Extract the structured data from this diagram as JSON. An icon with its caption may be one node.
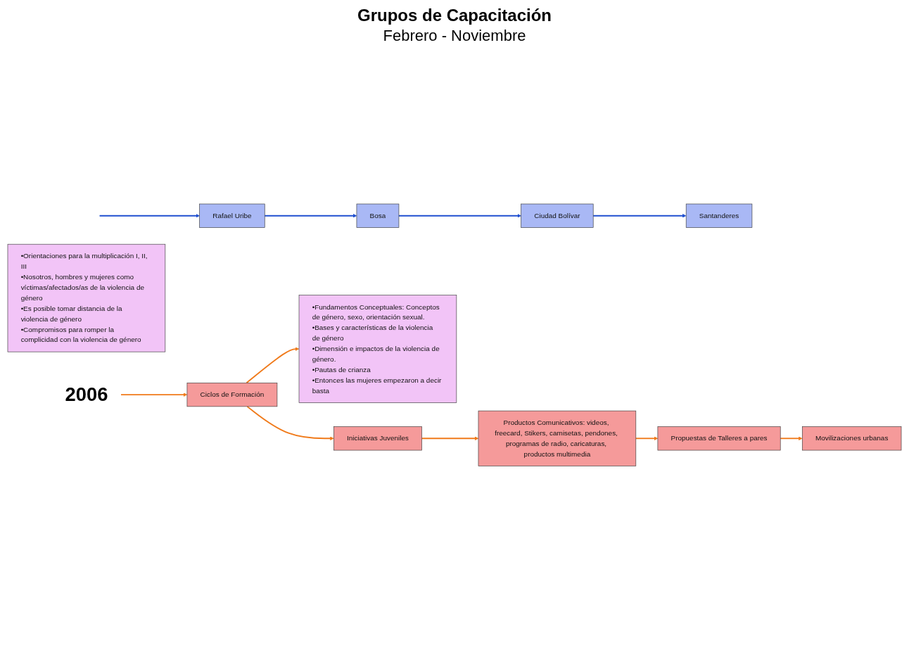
{
  "diagram": {
    "title": "Grupos de Capacitación",
    "nodes": [
      {
        "text": [
          "Rafael Uribe"
        ]
      },
      {
        "text": [
          "Bosa"
        ]
      },
      {
        "text": [
          "Ciudad Bolívar"
        ]
      },
      {
        "text": [
          "Santanderes"
        ]
      },
      {
        "text": [
          "2006"
        ]
      },
      {
        "text": [
          "Ciclos de Formación"
        ]
      },
      {
        "text": [
          "•Fundamentos Conceptuales: Conceptos de género, sexo, orientación sexual.",
          "•Bases y características de la violencia de género",
          "•Dimensión e impactos de la violencia de género.",
          "•Pautas de crianza",
          "•Entonces las mujeres empezaron a decir basta"
        ]
      },
      {
        "text": [
          "•Orientaciones para la multiplicación I, II, III",
          "•Nosotros, hombres y mujeres como víctimas/afectados/as de la violencia de género",
          "•Es posible tomar distancia de la violencia de género",
          "•Compromisos para romper la complicidad con la violencia de género"
        ]
      },
      {
        "text": [
          "Iniciativas Juveniles"
        ]
      },
      {
        "text": [
          "Productos Comunicativos: videos, freecard, Stikers, camisetas, pendones, programas de radio, caricaturas, productos multimedia"
        ]
      },
      {
        "text": [
          "Propuestas de Talleres a pares"
        ]
      },
      {
        "text": [
          "Movilizaciones urbanas"
        ]
      }
    ],
    "edges": [
      {
        "from": null,
        "to": 0,
        "arrow": "to",
        "color": "#1f4fd0"
      },
      {
        "from": 0,
        "to": 1,
        "arrow": "to",
        "color": "#1f4fd0"
      },
      {
        "from": 1,
        "to": 2,
        "arrow": "to",
        "color": "#1f4fd0"
      },
      {
        "from": 2,
        "to": 3,
        "arrow": "to",
        "color": "#1f4fd0"
      },
      {
        "from": 4,
        "to": 5,
        "arrow": "to"
      },
      {
        "from": 5,
        "to": 6,
        "arrow": "to"
      },
      {
        "from": 5,
        "to": 8,
        "arrow": "to"
      },
      {
        "from": 8,
        "to": 9,
        "arrow": "to"
      },
      {
        "from": 9,
        "to": 10,
        "arrow": "to"
      },
      {
        "from": 10,
        "to": 11,
        "arrow": "to"
      }
    ],
    "labels": [
      "Febrero - Noviembre"
    ]
  }
}
